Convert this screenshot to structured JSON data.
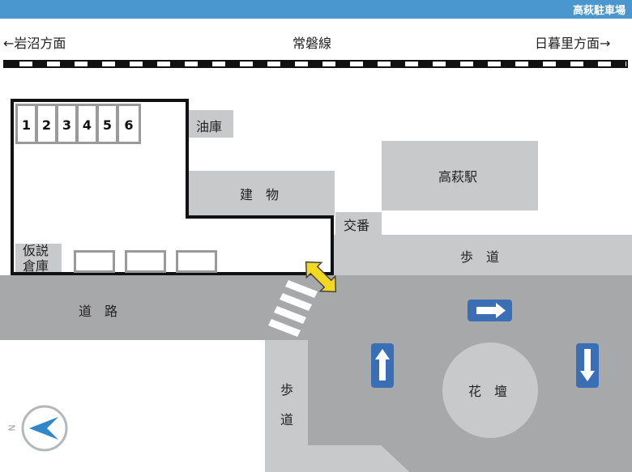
{
  "header": {
    "title": "高萩駐車場"
  },
  "railway": {
    "left_direction": "←岩沼方面",
    "line_name": "常磐線",
    "right_direction": "日暮里方面→"
  },
  "buildings": {
    "oil_storage": "油庫",
    "building": "建　物",
    "station": "高萩駅",
    "police_box": "交番",
    "temporary_storage_line1": "仮説",
    "temporary_storage_line2": "倉庫"
  },
  "parking": {
    "spaces": [
      "1",
      "2",
      "3",
      "4",
      "5",
      "6"
    ],
    "empty_bay_count": 3
  },
  "roads": {
    "road": "道　路",
    "sidewalk_top": "歩　道",
    "sidewalk_left_line1": "歩",
    "sidewalk_left_line2": "道",
    "flower_bed": "花　壇"
  },
  "compass": {
    "letter": "N"
  },
  "colors": {
    "header": "#4a97cf",
    "arrow_blue": "#3a6fb5",
    "entrance_arrow": "#f2d81e",
    "building_gray": "#c8c9ca",
    "road_gray": "#a7a8a9"
  }
}
